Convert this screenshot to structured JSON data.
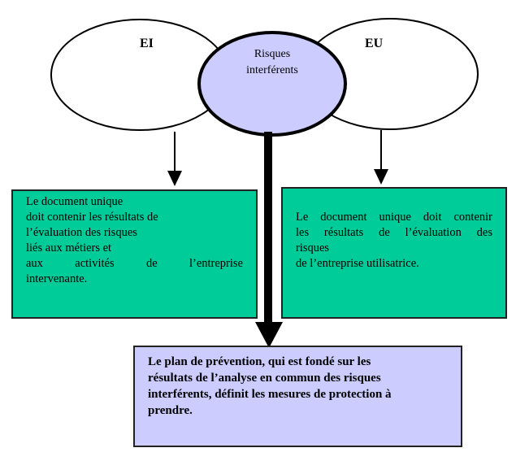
{
  "ellipses": {
    "left": {
      "label": "EI"
    },
    "right": {
      "label": "EU"
    },
    "center": {
      "label_lines": [
        "Risques",
        "interférents"
      ]
    }
  },
  "boxes": {
    "left": {
      "lines": [
        "Le document unique",
        "doit contenir les résultats de",
        "l’évaluation des risques",
        "liés aux métiers et",
        "aux activités de l’entreprise",
        "intervenante."
      ]
    },
    "right": {
      "lines": [
        "Le document unique doit contenir",
        "les résultats de l’évaluation des",
        "risques",
        "de l’entreprise utilisatrice."
      ]
    },
    "bottom": {
      "lines": [
        "Le plan de prévention, qui est fondé sur les",
        "résultats de l’analyse en commun des risques",
        "interférents, définit les mesures de protection à",
        "prendre."
      ]
    }
  },
  "colors": {
    "green": "#00cc99",
    "violet": "#ccccff"
  }
}
